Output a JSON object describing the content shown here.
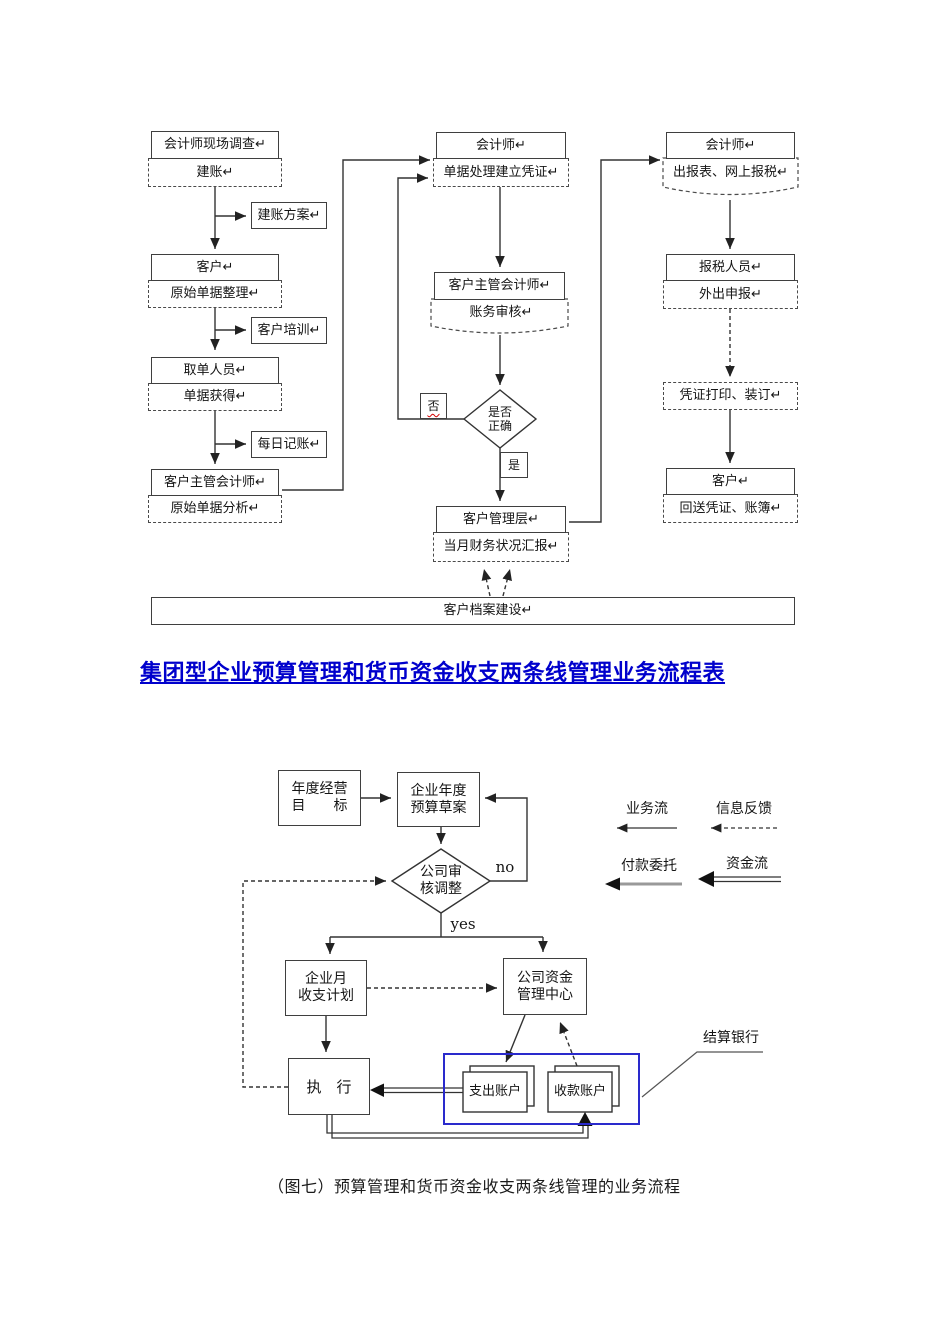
{
  "colors": {
    "section_title_blue": "#0000cc",
    "bank_group_box_blue": "#2a2acc",
    "connector_line": "#333333",
    "spellcheck_red": "#d40000"
  },
  "flow1": {
    "l1": {
      "top": "会计师现场调查↵",
      "bottom": "建账↵"
    },
    "side1": "建账方案↵",
    "l2": {
      "top": "客户↵",
      "bottom": "原始单据整理↵"
    },
    "side2": "客户培训↵",
    "l3": {
      "top": "取单人员↵",
      "bottom": "单据获得↵"
    },
    "side3": "每日记账↵",
    "l4": {
      "top": "客户主管会计师↵",
      "bottom": "原始单据分析↵"
    },
    "m1": {
      "top": "会计师↵",
      "bottom": "单据处理建立凭证↵"
    },
    "m2": {
      "top": "客户主管会计师↵",
      "bottom": "账务审核↵"
    },
    "decision": {
      "line1": "是否",
      "line2": "正确"
    },
    "no_label": "否",
    "yes_label": "是",
    "m3": {
      "top": "客户管理层↵",
      "bottom": "当月财务状况汇报↵"
    },
    "r1": {
      "top": "会计师↵",
      "bottom": "出报表、网上报税↵"
    },
    "r2": {
      "top": "报税人员↵",
      "bottom": "外出申报↵"
    },
    "r3": "凭证打印、装订↵",
    "r4": {
      "top": "客户↵",
      "bottom": "回送凭证、账簿↵"
    },
    "archive_bar": "客户档案建设↵"
  },
  "section_title": "集团型企业预算管理和货币资金收支两条线管理业务流程表",
  "flow2": {
    "annual_goal": {
      "line1": "年度经营",
      "line2": "目　　标"
    },
    "budget_draft": {
      "line1": "企业年度",
      "line2": "预算草案"
    },
    "review": {
      "line1": "公司审",
      "line2": "核调整"
    },
    "no_label": "no",
    "yes_label": "yes",
    "monthly_plan": {
      "line1": "企业月",
      "line2": "收支计划"
    },
    "fund_center": {
      "line1": "公司资金",
      "line2": "管理中心"
    },
    "execute": "执　行",
    "payment_account": "支出账户",
    "receipt_account": "收款账户",
    "bank_label": "结算银行",
    "legend": {
      "business_flow": "业务流",
      "info_feedback": "信息反馈",
      "payment_order": "付款委托",
      "money_flow": "资金流"
    },
    "caption": "（图七）预算管理和货币资金收支两条线管理的业务流程"
  }
}
